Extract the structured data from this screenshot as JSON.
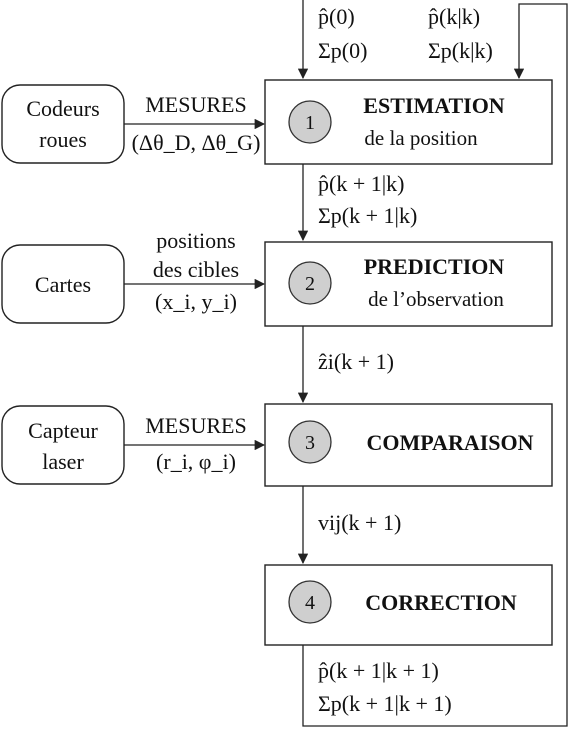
{
  "inputs": [
    {
      "id": "codeurs",
      "lines": [
        "Codeurs",
        "roues"
      ],
      "edge": [
        "MESURES",
        "(Δθ_D, Δθ_G)"
      ]
    },
    {
      "id": "cartes",
      "lines": [
        "Cartes"
      ],
      "edge": [
        "positions",
        "des cibles",
        "(x_i, y_i)"
      ]
    },
    {
      "id": "capteur",
      "lines": [
        "Capteur",
        "laser"
      ],
      "edge": [
        "MESURES",
        "(r_i, φ_i)"
      ]
    }
  ],
  "steps": [
    {
      "num": "1",
      "title": "ESTIMATION",
      "subtitle": "de la position"
    },
    {
      "num": "2",
      "title": "PREDICTION",
      "subtitle": "de l’observation"
    },
    {
      "num": "3",
      "title": "COMPARAISON",
      "subtitle": ""
    },
    {
      "num": "4",
      "title": "CORRECTION",
      "subtitle": ""
    }
  ],
  "flow_labels": {
    "init": [
      "p̂(0)",
      "Σp(0)"
    ],
    "loop_in": [
      "p̂(k|k)",
      "Σp(k|k)"
    ],
    "after_1": [
      "p̂(k + 1|k)",
      "Σp(k + 1|k)"
    ],
    "after_2": [
      "ẑi(k + 1)"
    ],
    "after_3": [
      "vij(k + 1)"
    ],
    "after_4": [
      "p̂(k + 1|k + 1)",
      "Σp(k + 1|k + 1)"
    ]
  }
}
